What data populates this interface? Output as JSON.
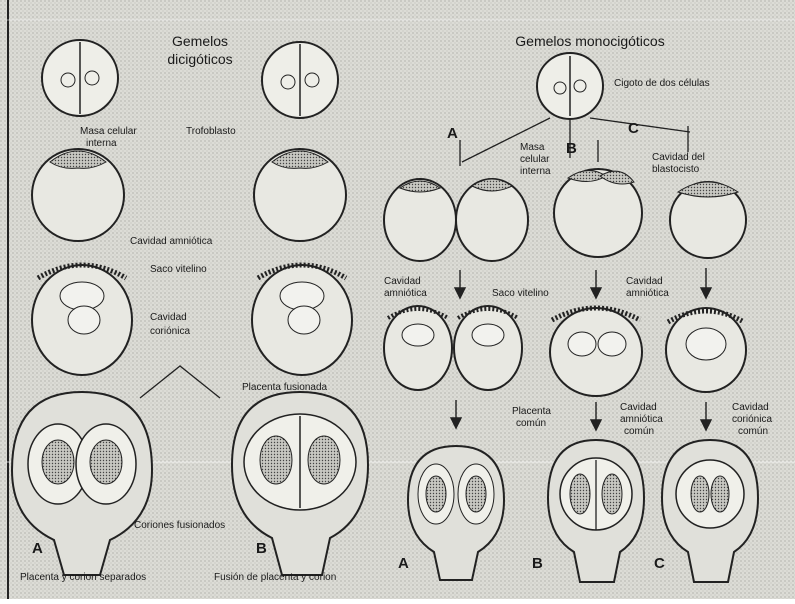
{
  "titles": {
    "dizygotic": [
      "Gemelos",
      "dicigóticos"
    ],
    "monozygotic": "Gemelos monocigóticos"
  },
  "labels": {
    "two_cell": "Cigoto de dos células",
    "inner_cell_mass": [
      "Masa celular",
      "interna"
    ],
    "trophoblast": "Trofoblasto",
    "amniotic_cavity_left": "Cavidad amniótica",
    "yolk_sac_left": "Saco vitelino",
    "chorionic_cavity": [
      "Cavidad",
      "coriónica"
    ],
    "fused_placenta": "Placenta fusionada",
    "separate_chorions": "Coriones fusionados",
    "placenta_separate": "Placenta y corion separados",
    "fused_placenta_chorion": "Fusión de placenta y corion",
    "inner_cell_mass_b": [
      "Masa",
      "celular",
      "interna"
    ],
    "blastocyst_cavity": [
      "Cavidad del",
      "blastocisto"
    ],
    "amniotic_cavity_a": [
      "Cavidad",
      "amniótica"
    ],
    "yolk_sac_mid": "Saco vitelino",
    "amniotic_cavity_c": [
      "Cavidad",
      "amniótica"
    ],
    "common_placenta": [
      "Placenta",
      "común"
    ],
    "common_amniotic": [
      "Cavidad",
      "amniótica",
      "común"
    ],
    "common_chorionic": [
      "Cavidad",
      "coriónica",
      "común"
    ]
  },
  "letters": {
    "mono_a": "A",
    "mono_b": "B",
    "mono_c": "C",
    "di_a": "A",
    "di_b": "B",
    "bottom_a": "A",
    "bottom_b": "B",
    "bottom_c": "C"
  }
}
